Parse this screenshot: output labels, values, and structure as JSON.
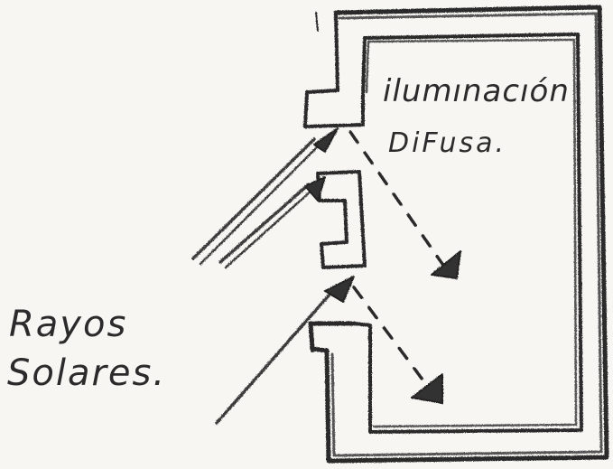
{
  "labels": {
    "diffuse_line1": "ilumınacıón",
    "diffuse_line2": "DiFusa.",
    "rays_line1": "Rayos",
    "rays_line2": "Solares."
  },
  "colors": {
    "pencil": "#2b2b2b",
    "paper": "#f7f6f3",
    "shade": "#8a8a8a"
  }
}
